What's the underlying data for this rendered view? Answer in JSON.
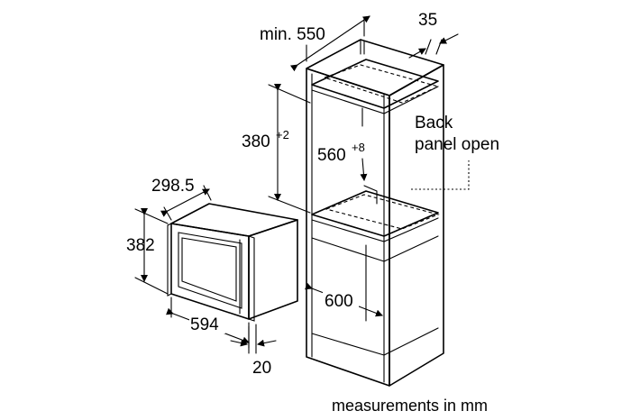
{
  "dimensions": {
    "cabinet_min_width": "min. 550",
    "rear_gap": "35",
    "niche_height": "380",
    "niche_height_tol": "+2",
    "niche_depth": "560",
    "niche_depth_tol": "+8",
    "niche_width": "600",
    "appliance_depth": "298.5",
    "appliance_height": "382",
    "appliance_width": "594",
    "front_depth": "20"
  },
  "callout": {
    "line1": "Back",
    "line2": "panel open"
  },
  "footer": "measurements in mm"
}
